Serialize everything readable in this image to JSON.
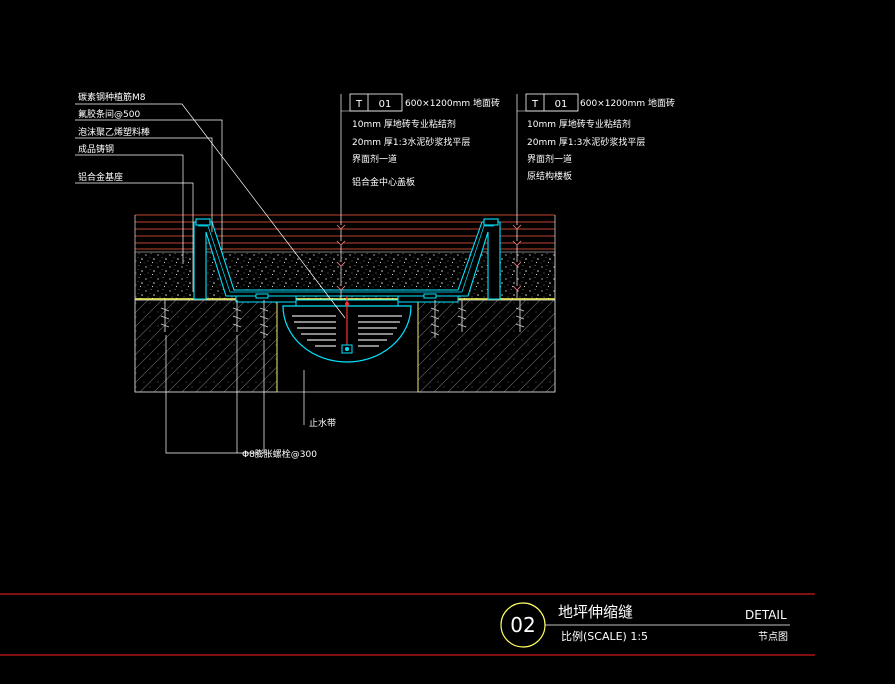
{
  "left_labels": [
    "碳素钢种植筋M8",
    "氟胶条间@500",
    "泡沫聚乙烯塑料棒",
    "成品铸钢",
    "铝合金基座"
  ],
  "tag_left": {
    "letter": "T",
    "code": "01",
    "spec": "600×1200mm 地面砖"
  },
  "tag_right": {
    "letter": "T",
    "code": "01",
    "spec": "600×1200mm 地面砖"
  },
  "center_labels": [
    "10mm 厚地砖专业粘结剂",
    "20mm 厚1:3水泥砂浆找平层",
    "界面剂一道",
    "铝合金中心盖板"
  ],
  "right_labels": [
    "10mm 厚地砖专业粘结剂",
    "20mm 厚1:3水泥砂浆找平层",
    "界面剂一道",
    "原结构楼板"
  ],
  "waterstop_label": "止水带",
  "bolt_label": "Φ8膨胀螺栓@300",
  "title_block": {
    "number": "02",
    "title": "地坪伸缩缝",
    "scale": "比例(SCALE) 1:5",
    "detail": "DETAIL",
    "detail_cn": "节点图"
  },
  "colors": {
    "background": "#000000",
    "outline": "#00e5ff",
    "hatch": "#cfcfcf",
    "tile": "#ff5a3c",
    "leader": "#ffffff",
    "screed": "#ffff66",
    "anchor": "#ff8080",
    "frame": "#ff2020"
  }
}
